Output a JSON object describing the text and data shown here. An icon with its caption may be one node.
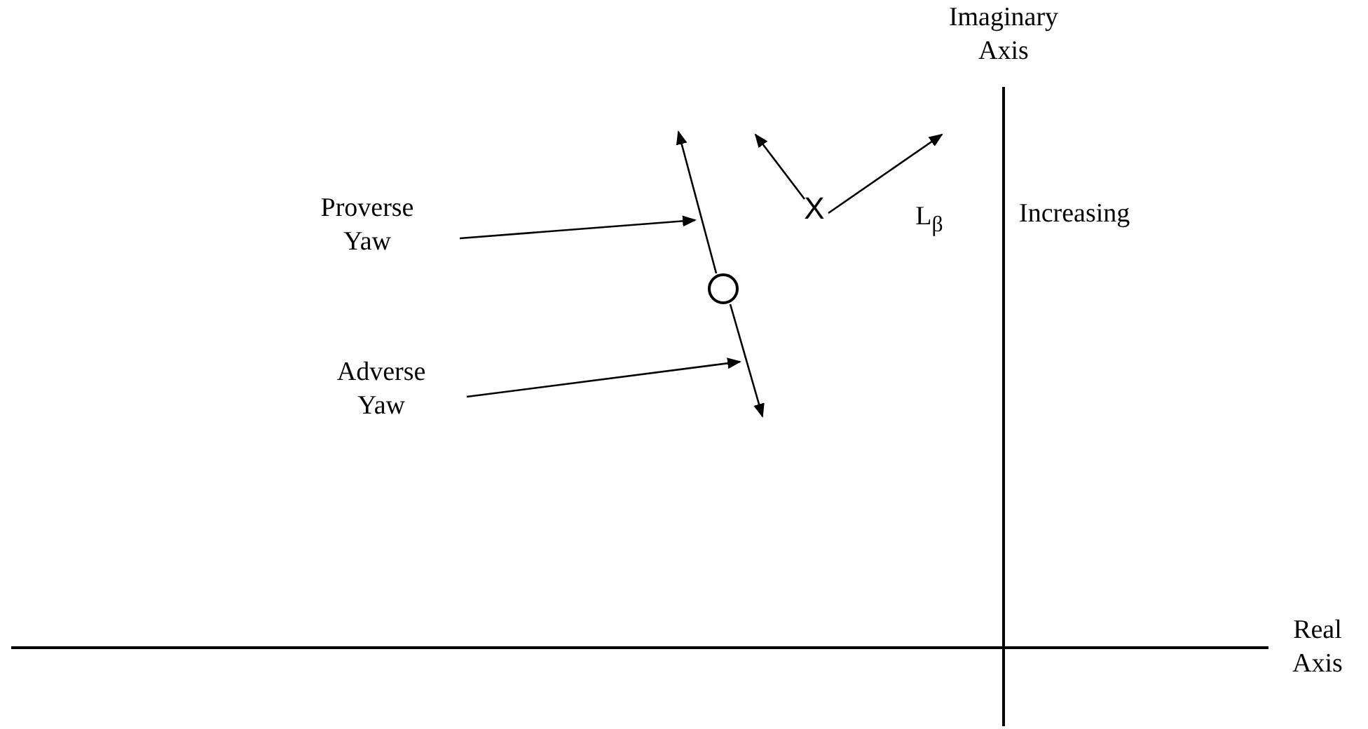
{
  "diagram": {
    "nodes": [
      {
        "text": [
          "Proverse Yaw"
        ]
      },
      {
        "text": [
          "X"
        ]
      },
      {
        "text": [],
        "shape": "circle"
      },
      {
        "text": [
          "Adverse Yaw"
        ]
      }
    ],
    "edges": [
      {
        "from": 0,
        "to": null,
        "arrow": "to"
      },
      {
        "from": 3,
        "to": null,
        "arrow": "to"
      }
    ],
    "labels": [
      "Imaginary Axis",
      "L$_{β}$",
      "Increasing",
      "Real Axis"
    ]
  }
}
